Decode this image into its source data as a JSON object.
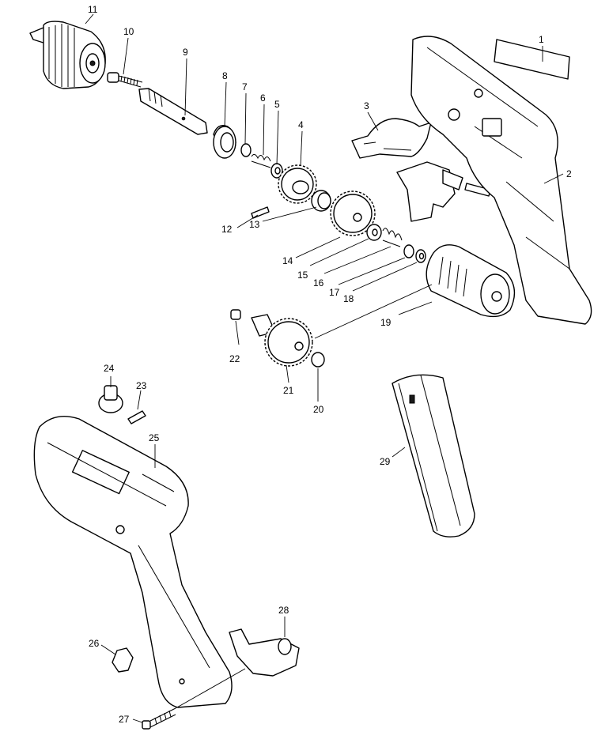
{
  "labels": [
    {
      "id": "1",
      "text": "1"
    },
    {
      "id": "2",
      "text": "2"
    },
    {
      "id": "3",
      "text": "3"
    },
    {
      "id": "4",
      "text": "4"
    },
    {
      "id": "5",
      "text": "5"
    },
    {
      "id": "6",
      "text": "6"
    },
    {
      "id": "7",
      "text": "7"
    },
    {
      "id": "8",
      "text": "8"
    },
    {
      "id": "9",
      "text": "9"
    },
    {
      "id": "10",
      "text": "10"
    },
    {
      "id": "11",
      "text": "11"
    },
    {
      "id": "12",
      "text": "12"
    },
    {
      "id": "13",
      "text": "13"
    },
    {
      "id": "14",
      "text": "14"
    },
    {
      "id": "15",
      "text": "15"
    },
    {
      "id": "16",
      "text": "16"
    },
    {
      "id": "17",
      "text": "17"
    },
    {
      "id": "18",
      "text": "18"
    },
    {
      "id": "19",
      "text": "19"
    },
    {
      "id": "20",
      "text": "20"
    },
    {
      "id": "21",
      "text": "21"
    },
    {
      "id": "22",
      "text": "22"
    },
    {
      "id": "23",
      "text": "23"
    },
    {
      "id": "24",
      "text": "24"
    },
    {
      "id": "25",
      "text": "25"
    },
    {
      "id": "26",
      "text": "26"
    },
    {
      "id": "27",
      "text": "27"
    },
    {
      "id": "28",
      "text": "28"
    },
    {
      "id": "29",
      "text": "29"
    }
  ]
}
